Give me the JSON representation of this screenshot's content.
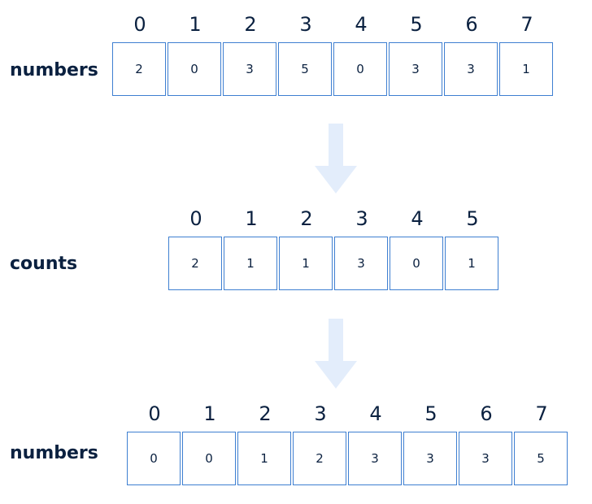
{
  "rows": [
    {
      "label": "numbers",
      "indices": [
        "0",
        "1",
        "2",
        "3",
        "4",
        "5",
        "6",
        "7"
      ],
      "values": [
        "2",
        "0",
        "3",
        "5",
        "0",
        "3",
        "3",
        "1"
      ]
    },
    {
      "label": "counts",
      "indices": [
        "0",
        "1",
        "2",
        "3",
        "4",
        "5"
      ],
      "values": [
        "2",
        "1",
        "1",
        "3",
        "0",
        "1"
      ]
    },
    {
      "label": "numbers",
      "indices": [
        "0",
        "1",
        "2",
        "3",
        "4",
        "5",
        "6",
        "7"
      ],
      "values": [
        "0",
        "0",
        "1",
        "2",
        "3",
        "3",
        "3",
        "5"
      ]
    }
  ],
  "colors": {
    "cell_border": "#3e7fd1",
    "text": "#0b2140",
    "arrow": "#e3edfb"
  },
  "icons": {
    "arrow": "arrow-down-icon"
  }
}
